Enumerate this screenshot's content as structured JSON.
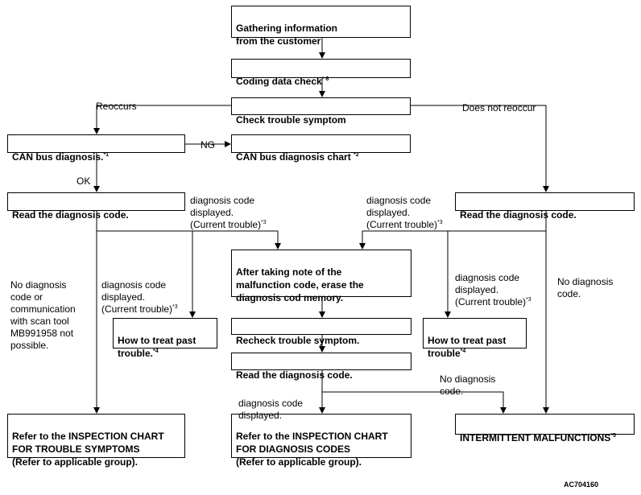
{
  "boxes": {
    "gather": {
      "text": "Gathering information\nfrom the customer",
      "sup": ""
    },
    "coding": {
      "text": "Coding data check",
      "sup": "* 6"
    },
    "check": {
      "text": "Check trouble symptom",
      "sup": ""
    },
    "can_diag": {
      "text": "CAN bus diagnosis.",
      "sup": "*1"
    },
    "can_chart": {
      "text": "CAN bus diagnosis chart ",
      "sup": "*2"
    },
    "read_left": {
      "text": "Read the diagnosis code.",
      "sup": ""
    },
    "read_right": {
      "text": "Read the diagnosis code.",
      "sup": ""
    },
    "after_note": {
      "text": "After taking note of the\nmalfunction code, erase the\ndiagnosis cod memory.",
      "sup": ""
    },
    "past_left": {
      "text": "How to treat past\ntrouble.",
      "sup": "*4"
    },
    "past_right": {
      "text": "How to treat past\ntrouble",
      "sup": "*4"
    },
    "recheck": {
      "text": "Recheck trouble symptom.",
      "sup": ""
    },
    "read_center": {
      "text": "Read the diagnosis code.",
      "sup": ""
    },
    "insp_symptoms": {
      "text": "Refer to the INSPECTION CHART\nFOR TROUBLE SYMPTOMS\n(Refer to applicable group).",
      "sup": ""
    },
    "insp_codes": {
      "text": "Refer to the INSPECTION CHART\nFOR DIAGNOSIS CODES\n(Refer to applicable group).",
      "sup": ""
    },
    "intermittent": {
      "text": "INTERMITTENT MALFUNCTIONS",
      "sup": "*5"
    }
  },
  "labels": {
    "reoccurs": {
      "text": "Reoccurs",
      "sup": ""
    },
    "not_reoccur": {
      "text": "Does not reoccur",
      "sup": ""
    },
    "ng": {
      "text": "NG",
      "sup": ""
    },
    "ok": {
      "text": "OK",
      "sup": ""
    },
    "disp_top_left": {
      "text": "diagnosis code\ndisplayed.\n(Current trouble)",
      "sup": "*3"
    },
    "disp_top_right": {
      "text": "diagnosis code\ndisplayed.\n(Current trouble)",
      "sup": "*3"
    },
    "no_code_left": {
      "text": "No diagnosis\ncode or\ncommunication\nwith scan tool\nMB991958 not\npossible.",
      "sup": ""
    },
    "disp_mid_left": {
      "text": "diagnosis  code\ndisplayed.\n(Current trouble)",
      "sup": "*3"
    },
    "disp_mid_right": {
      "text": "diagnosis code\ndisplayed.\n(Current trouble)",
      "sup": "*3"
    },
    "no_code_right": {
      "text": "No diagnosis\ncode.",
      "sup": ""
    },
    "no_code_bottom": {
      "text": "No diagnosis\ncode.",
      "sup": ""
    },
    "disp_bottom": {
      "text": "diagnosis  code\ndisplayed.",
      "sup": ""
    }
  },
  "figure_code": "AC704160"
}
